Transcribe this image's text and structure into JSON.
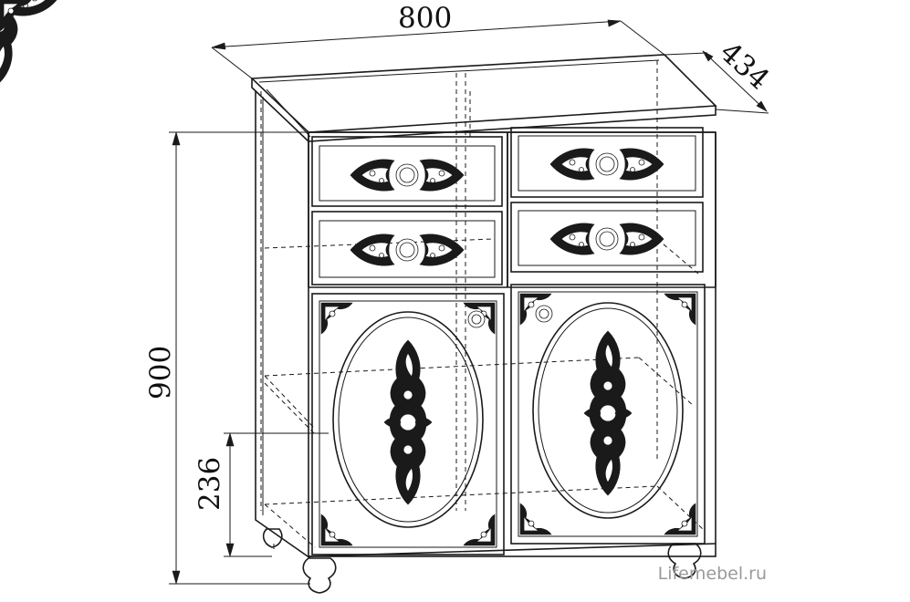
{
  "diagram": {
    "dimensions": {
      "width": "800",
      "depth": "434",
      "height": "900",
      "shelf_height": "236"
    },
    "watermark": "Lifemebel.ru"
  }
}
